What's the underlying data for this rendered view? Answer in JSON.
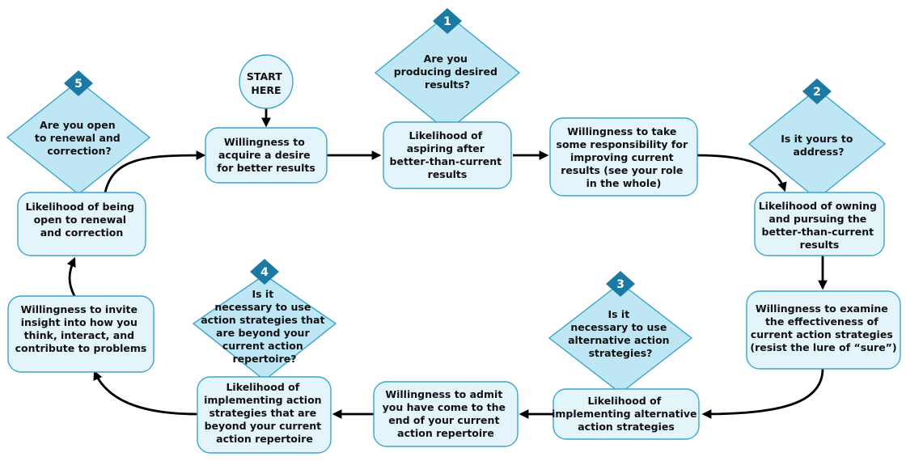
{
  "start": {
    "lines": [
      "START",
      "HERE"
    ]
  },
  "boxes": {
    "acquire": {
      "lines": [
        "Willingness to",
        "acquire a desire",
        "for better results"
      ]
    },
    "aspiring": {
      "lines": [
        "Likelihood of",
        "aspiring after",
        "better-than-current",
        "results"
      ]
    },
    "responsibility": {
      "lines": [
        "Willingness to take",
        "some responsibility for",
        "improving current",
        "results (see your role",
        "in the whole)"
      ]
    },
    "owning": {
      "lines": [
        "Likelihood of owning",
        "and pursuing the",
        "better-than-current",
        "results"
      ]
    },
    "examine": {
      "lines": [
        "Willingness to examine",
        "the effectiveness of",
        "current action strategies",
        "(resist the lure of “sure”)"
      ]
    },
    "alternative": {
      "lines": [
        "Likelihood of",
        "implementing alternative",
        "action strategies"
      ]
    },
    "admit": {
      "lines": [
        "Willingness to admit",
        "you have come to the",
        "end of your current",
        "action repertoire"
      ]
    },
    "beyond": {
      "lines": [
        "Likelihood of",
        "implementing action",
        "strategies that are",
        "beyond your current",
        "action repertoire"
      ]
    },
    "insight": {
      "lines": [
        "Willingness to invite",
        "insight into how you",
        "think, interact, and",
        "contribute to problems"
      ]
    },
    "renewal": {
      "lines": [
        "Likelihood of being",
        "open to renewal",
        "and correction"
      ]
    }
  },
  "diamonds": {
    "d1": {
      "number": "1",
      "lines": [
        "Are you",
        "producing desired",
        "results?"
      ]
    },
    "d2": {
      "number": "2",
      "lines": [
        "Is it yours to",
        "address?"
      ]
    },
    "d3": {
      "number": "3",
      "lines": [
        "Is it",
        "necessary to use",
        "alternative action",
        "strategies?"
      ]
    },
    "d4": {
      "number": "4",
      "lines": [
        "Is it",
        "necessary to use",
        "action strategies that",
        "are beyond your",
        "current action",
        "repertoire?"
      ]
    },
    "d5": {
      "number": "5",
      "lines": [
        "Are you open",
        "to renewal and",
        "correction?"
      ]
    }
  },
  "colors": {
    "box_fill": "#e3f4fb",
    "diamond_fill": "#bfe6f5",
    "border": "#3aa5cc",
    "badge": "#1b7aa3"
  }
}
